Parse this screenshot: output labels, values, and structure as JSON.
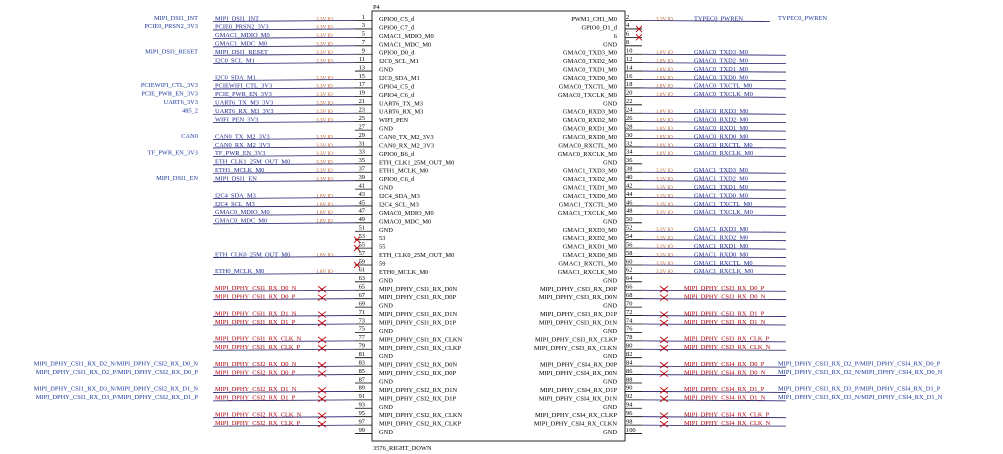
{
  "component": {
    "ref": "P4",
    "footer": "3576_RIGHT_DOWN"
  },
  "colors": {
    "wire": "#1a1a6a",
    "net": "#1f2a8c",
    "net_red": "#b0000a",
    "voltage": "#c0622a",
    "no_connect": "#c0000a"
  },
  "left_rows": [
    {
      "pin": "1",
      "ic": "GPIO0_C5_d",
      "net": "MIPI_DSI1_INT",
      "v": "3.3V IO",
      "ext": "MIPI_DSI1_INT"
    },
    {
      "pin": "3",
      "ic": "GPIO0_C7_d",
      "net": "PCIE0_PRSN2_3V3",
      "v": "3.3V IO",
      "ext": "PCIE0_PRSN2_3V3"
    },
    {
      "pin": "5",
      "ic": "GMAC1_MDIO_M0",
      "net": "GMAC1_MDIO_M0",
      "v": "3.3V IO",
      "ext": ""
    },
    {
      "pin": "7",
      "ic": "GMAC1_MDC_M0",
      "net": "GMAC1_MDC_M0",
      "v": "3.3V IO",
      "ext": ""
    },
    {
      "pin": "9",
      "ic": "GPIO0_D0_d",
      "net": "MIPI_DSI1_RESET",
      "v": "3.3V IO",
      "ext": "MIPI_DSI1_RESET"
    },
    {
      "pin": "11",
      "ic": "I2C0_SCL_M1",
      "net": "I2C0_SCL_M1",
      "v": "3.3V IO",
      "ext": ""
    },
    {
      "pin": "13",
      "ic": "GND",
      "net": "",
      "v": "",
      "ext": ""
    },
    {
      "pin": "15",
      "ic": "I2C0_SDA_M1",
      "net": "I2C0_SDA_M1",
      "v": "3.3V IO",
      "ext": ""
    },
    {
      "pin": "17",
      "ic": "GPIO4_C5_d",
      "net": "PCIEWIFI_CTL_3V3",
      "v": "3.3V IO",
      "ext": "PCIEWIFI_CTL_3V3"
    },
    {
      "pin": "19",
      "ic": "GPIO4_C6_d",
      "net": "PCIE_PWR_EN_3V3",
      "v": "3.3V IO",
      "ext": "PCIE_PWR_EN_3V3"
    },
    {
      "pin": "21",
      "ic": "UART6_TX_M3",
      "net": "UART6_TX_M3_3V3",
      "v": "3.3V IO",
      "ext": "UART6_3V3"
    },
    {
      "pin": "23",
      "ic": "UART6_RX_M3",
      "net": "UART6_RX_M3_3V3",
      "v": "3.3V IO",
      "ext": "485_2"
    },
    {
      "pin": "25",
      "ic": "WIFI_PEN",
      "net": "WIFI_PEN_3V3",
      "v": "3.3V IO",
      "ext": ""
    },
    {
      "pin": "27",
      "ic": "GND",
      "net": "",
      "v": "",
      "ext": ""
    },
    {
      "pin": "29",
      "ic": "CAN0_TX_M2_3V3",
      "net": "CAN0_TX_M2_3V3",
      "v": "3.3V IO",
      "ext": "CAN0"
    },
    {
      "pin": "31",
      "ic": "CAN0_RX_M2_3V3",
      "net": "CAN0_RX_M2_3V3",
      "v": "3.3V IO",
      "ext": ""
    },
    {
      "pin": "33",
      "ic": "GPIO0_B6_d",
      "net": "TF_PWR_EN_3V3",
      "v": "3.3V IO",
      "ext": "TF_PWR_EN_3V3"
    },
    {
      "pin": "35",
      "ic": "ETH_CLK1_25M_OUT_M0",
      "net": "ETH_CLK1_25M_OUT_M0",
      "v": "3.3V IO",
      "ext": ""
    },
    {
      "pin": "37",
      "ic": "ETH1_MCLK_M0",
      "net": "ETH1_MCLK_M0",
      "v": "3.3V IO",
      "ext": ""
    },
    {
      "pin": "39",
      "ic": "GPIO0_C6_d",
      "net": "MIPI_DSI1_EN",
      "v": "3.3V IO",
      "ext": "MIPI_DSI1_EN"
    },
    {
      "pin": "41",
      "ic": "GND",
      "net": "",
      "v": "",
      "ext": ""
    },
    {
      "pin": "43",
      "ic": "I2C4_SDA_M3",
      "net": "I2C4_SDA_M3",
      "v": "1.8V IO",
      "ext": ""
    },
    {
      "pin": "45",
      "ic": "I2C4_SCL_M3",
      "net": "I2C4_SCL_M3",
      "v": "1.8V IO",
      "ext": ""
    },
    {
      "pin": "47",
      "ic": "GMAC0_MDIO_M0",
      "net": "GMAC0_MDIO_M0",
      "v": "1.8V IO",
      "ext": ""
    },
    {
      "pin": "49",
      "ic": "GMAC0_MDC_M0",
      "net": "GMAC0_MDC_M0",
      "v": "1.8V IO",
      "ext": ""
    },
    {
      "pin": "51",
      "ic": "GND",
      "net": "",
      "v": "",
      "ext": ""
    },
    {
      "pin": "53",
      "ic": "53",
      "net": "",
      "v": "",
      "ext": ""
    },
    {
      "pin": "55",
      "ic": "55",
      "net": "",
      "v": "",
      "ext": ""
    },
    {
      "pin": "57",
      "ic": "ETH_CLK0_25M_OUT_M0",
      "net": "ETH_CLK0_25M_OUT_M0",
      "v": "1.8V IO",
      "ext": ""
    },
    {
      "pin": "59",
      "ic": "59",
      "net": "",
      "v": "",
      "ext": ""
    },
    {
      "pin": "61",
      "ic": "ETH0_MCLK_M0",
      "net": "ETH0_MCLK_M0",
      "v": "1.8V IO",
      "ext": ""
    },
    {
      "pin": "63",
      "ic": "GND",
      "net": "",
      "v": "",
      "ext": ""
    },
    {
      "pin": "65",
      "ic": "MIPI_DPHY_CSI1_RX_D0N",
      "net": "MIPI_DPHY_CSI1_RX_D0_N",
      "v": "",
      "ext": ""
    },
    {
      "pin": "67",
      "ic": "MIPI_DPHY_CSI1_RX_D0P",
      "net": "MIPI_DPHY_CSI1_RX_D0_P",
      "v": "",
      "ext": ""
    },
    {
      "pin": "69",
      "ic": "GND",
      "net": "",
      "v": "",
      "ext": ""
    },
    {
      "pin": "71",
      "ic": "MIPI_DPHY_CSI1_RX_D1N",
      "net": "MIPI_DPHY_CSI1_RX_D1_N",
      "v": "",
      "ext": ""
    },
    {
      "pin": "73",
      "ic": "MIPI_DPHY_CSI1_RX_D1P",
      "net": "MIPI_DPHY_CSI1_RX_D1_P",
      "v": "",
      "ext": ""
    },
    {
      "pin": "75",
      "ic": "GND",
      "net": "",
      "v": "",
      "ext": ""
    },
    {
      "pin": "77",
      "ic": "MIPI_DPHY_CSI1_RX_CLKN",
      "net": "MIPI_DPHY_CSI1_RX_CLK_N",
      "v": "",
      "ext": ""
    },
    {
      "pin": "79",
      "ic": "MIPI_DPHY_CSI1_RX_CLKP",
      "net": "MIPI_DPHY_CSI1_RX_CLK_P",
      "v": "",
      "ext": ""
    },
    {
      "pin": "81",
      "ic": "GND",
      "net": "",
      "v": "",
      "ext": ""
    },
    {
      "pin": "83",
      "ic": "MIPI_DPHY_CSI2_RX_D0N",
      "net": "MIPI_DPHY_CSI2_RX_D0_N",
      "v": "",
      "ext": "MIPI_DPHY_CSI1_RX_D2_N/MIPI_DPHY_CSI2_RX_D0_N"
    },
    {
      "pin": "85",
      "ic": "MIPI_DPHY_CSI2_RX_D0P",
      "net": "MIPI_DPHY_CSI2_RX_D0_P",
      "v": "",
      "ext": "MIPI_DPHY_CSI1_RX_D2_P/MIPI_DPHY_CSI2_RX_D0_P"
    },
    {
      "pin": "87",
      "ic": "GND",
      "net": "",
      "v": "",
      "ext": ""
    },
    {
      "pin": "89",
      "ic": "MIPI_DPHY_CSI2_RX_D1N",
      "net": "MIPI_DPHY_CSI2_RX_D1_N",
      "v": "",
      "ext": "MIPI_DPHY_CSI1_RX_D3_N/MIPI_DPHY_CSI2_RX_D1_N"
    },
    {
      "pin": "91",
      "ic": "MIPI_DPHY_CSI2_RX_D1P",
      "net": "MIPI_DPHY_CSI2_RX_D1_P",
      "v": "",
      "ext": "MIPI_DPHY_CSI1_RX_D3_P/MIPI_DPHY_CSI2_RX_D1_P"
    },
    {
      "pin": "93",
      "ic": "GND",
      "net": "",
      "v": "",
      "ext": ""
    },
    {
      "pin": "95",
      "ic": "MIPI_DPHY_CSI2_RX_CLKN",
      "net": "MIPI_DPHY_CSI2_RX_CLK_N",
      "v": "",
      "ext": ""
    },
    {
      "pin": "97",
      "ic": "MIPI_DPHY_CSI2_RX_CLKP",
      "net": "MIPI_DPHY_CSI2_RX_CLK_P",
      "v": "",
      "ext": ""
    },
    {
      "pin": "99",
      "ic": "GND",
      "net": "",
      "v": "",
      "ext": ""
    }
  ],
  "right_rows": [
    {
      "pin": "2",
      "ic": "PWM1_CH1_M0",
      "net": "TYPEC0_PWREN",
      "v": "3.3V IO",
      "ext": "TYPEC0_PWREN"
    },
    {
      "pin": "4",
      "ic": "GPIO0_D1_d",
      "net": "",
      "v": "",
      "ext": ""
    },
    {
      "pin": "6",
      "ic": "6",
      "net": "",
      "v": "",
      "ext": ""
    },
    {
      "pin": "8",
      "ic": "GND",
      "net": "",
      "v": "",
      "ext": ""
    },
    {
      "pin": "10",
      "ic": "GMAC0_TXD3_M0",
      "net": "GMAC0_TXD3_M0",
      "v": "1.8V IO",
      "ext": ""
    },
    {
      "pin": "12",
      "ic": "GMAC0_TXD2_M0",
      "net": "GMAC0_TXD2_M0",
      "v": "1.8V IO",
      "ext": ""
    },
    {
      "pin": "14",
      "ic": "GMAC0_TXD1_M0",
      "net": "GMAC0_TXD1_M0",
      "v": "1.8V IO",
      "ext": ""
    },
    {
      "pin": "16",
      "ic": "GMAC0_TXD0_M0",
      "net": "GMAC0_TXD0_M0",
      "v": "1.8V IO",
      "ext": ""
    },
    {
      "pin": "18",
      "ic": "GMAC0_TXCTL_M0",
      "net": "GMAC0_TXCTL_M0",
      "v": "1.8V IO",
      "ext": ""
    },
    {
      "pin": "20",
      "ic": "GMAC0_TXCLK_M0",
      "net": "GMAC0_TXCLK_M0",
      "v": "1.8V IO",
      "ext": ""
    },
    {
      "pin": "22",
      "ic": "GND",
      "net": "",
      "v": "",
      "ext": ""
    },
    {
      "pin": "24",
      "ic": "GMAC0_RXD3_M0",
      "net": "GMAC0_RXD3_M0",
      "v": "1.8V IO",
      "ext": ""
    },
    {
      "pin": "26",
      "ic": "GMAC0_RXD2_M0",
      "net": "GMAC0_RXD2_M0",
      "v": "1.8V IO",
      "ext": ""
    },
    {
      "pin": "28",
      "ic": "GMAC0_RXD1_M0",
      "net": "GMAC0_RXD1_M0",
      "v": "1.8V IO",
      "ext": ""
    },
    {
      "pin": "30",
      "ic": "GMAC0_RXD0_M0",
      "net": "GMAC0_RXD0_M0",
      "v": "1.8V IO",
      "ext": ""
    },
    {
      "pin": "32",
      "ic": "GMAC0_RXCTL_M0",
      "net": "GMAC0_RXCTL_M0",
      "v": "1.8V IO",
      "ext": ""
    },
    {
      "pin": "34",
      "ic": "GMAC0_RXCLK_M0",
      "net": "GMAC0_RXCLK_M0",
      "v": "1.8V IO",
      "ext": ""
    },
    {
      "pin": "36",
      "ic": "GND",
      "net": "",
      "v": "",
      "ext": ""
    },
    {
      "pin": "38",
      "ic": "GMAC1_TXD3_M0",
      "net": "GMAC1_TXD3_M0",
      "v": "3.3V IO",
      "ext": ""
    },
    {
      "pin": "40",
      "ic": "GMAC1_TXD2_M0",
      "net": "GMAC1_TXD2_M0",
      "v": "3.3V IO",
      "ext": ""
    },
    {
      "pin": "42",
      "ic": "GMAC1_TXD1_M0",
      "net": "GMAC1_TXD1_M0",
      "v": "3.3V IO",
      "ext": ""
    },
    {
      "pin": "44",
      "ic": "GMAC1_TXD0_M0",
      "net": "GMAC1_TXD0_M0",
      "v": "3.3V IO",
      "ext": ""
    },
    {
      "pin": "46",
      "ic": "GMAC1_TXCTL_M0",
      "net": "GMAC1_TXCTL_M0",
      "v": "3.3V IO",
      "ext": ""
    },
    {
      "pin": "48",
      "ic": "GMAC1_TXCLK_M0",
      "net": "GMAC1_TXCLK_M0",
      "v": "3.3V IO",
      "ext": ""
    },
    {
      "pin": "50",
      "ic": "GND",
      "net": "",
      "v": "",
      "ext": ""
    },
    {
      "pin": "52",
      "ic": "GMAC1_RXD3_M0",
      "net": "GMAC1_RXD3_M0",
      "v": "3.3V IO",
      "ext": ""
    },
    {
      "pin": "54",
      "ic": "GMAC1_RXD2_M0",
      "net": "GMAC1_RXD2_M0",
      "v": "3.3V IO",
      "ext": ""
    },
    {
      "pin": "56",
      "ic": "GMAC1_RXD1_M0",
      "net": "GMAC1_RXD1_M0",
      "v": "3.3V IO",
      "ext": ""
    },
    {
      "pin": "58",
      "ic": "GMAC1_RXD0_M0",
      "net": "GMAC1_RXD0_M0",
      "v": "3.3V IO",
      "ext": ""
    },
    {
      "pin": "60",
      "ic": "GMAC1_RXCTL_M0",
      "net": "GMAC1_RXCTL_M0",
      "v": "3.3V IO",
      "ext": ""
    },
    {
      "pin": "62",
      "ic": "GMAC1_RXCLK_M0",
      "net": "GMAC1_RXCLK_M0",
      "v": "3.3V IO",
      "ext": ""
    },
    {
      "pin": "64",
      "ic": "GND",
      "net": "",
      "v": "",
      "ext": ""
    },
    {
      "pin": "66",
      "ic": "MIPI_DPHY_CSI3_RX_D0P",
      "net": "MIPI_DPHY_CSI3_RX_D0_P",
      "v": "",
      "ext": ""
    },
    {
      "pin": "68",
      "ic": "MIPI_DPHY_CSI3_RX_D0N",
      "net": "MIPI_DPHY_CSI3_RX_D0_N",
      "v": "",
      "ext": ""
    },
    {
      "pin": "70",
      "ic": "GND",
      "net": "",
      "v": "",
      "ext": ""
    },
    {
      "pin": "72",
      "ic": "MIPI_DPHY_CSI3_RX_D1P",
      "net": "MIPI_DPHY_CSI3_RX_D1_P",
      "v": "",
      "ext": ""
    },
    {
      "pin": "74",
      "ic": "MIPI_DPHY_CSI3_RX_D1N",
      "net": "MIPI_DPHY_CSI3_RX_D1_N",
      "v": "",
      "ext": ""
    },
    {
      "pin": "76",
      "ic": "GND",
      "net": "",
      "v": "",
      "ext": ""
    },
    {
      "pin": "78",
      "ic": "MIPI_DPHY_CSI3_RX_CLKP",
      "net": "MIPI_DPHY_CSI3_RX_CLK_P",
      "v": "",
      "ext": ""
    },
    {
      "pin": "80",
      "ic": "MIPI_DPHY_CSI3_RX_CLKN",
      "net": "MIPI_DPHY_CSI3_RX_CLK_N",
      "v": "",
      "ext": ""
    },
    {
      "pin": "82",
      "ic": "GND",
      "net": "",
      "v": "",
      "ext": ""
    },
    {
      "pin": "84",
      "ic": "MIPI_DPHY_CSI4_RX_D0P",
      "net": "MIPI_DPHY_CSI4_RX_D0_P",
      "v": "",
      "ext": "MIPI_DPHY_CSI3_RX_D2_P/MIPI_DPHY_CSI4_RX_D0_P"
    },
    {
      "pin": "86",
      "ic": "MIPI_DPHY_CSI4_RX_D0N",
      "net": "MIPI_DPHY_CSI4_RX_D0_N",
      "v": "",
      "ext": "MIPI_DPHY_CSI3_RX_D2_N/MIPI_DPHY_CSI4_RX_D0_N"
    },
    {
      "pin": "88",
      "ic": "GND",
      "net": "",
      "v": "",
      "ext": ""
    },
    {
      "pin": "90",
      "ic": "MIPI_DPHY_CSI4_RX_D1P",
      "net": "MIPI_DPHY_CSI4_RX_D1_P",
      "v": "",
      "ext": "MIPI_DPHY_CSI3_RX_D3_P/MIPI_DPHY_CSI4_RX_D1_P"
    },
    {
      "pin": "92",
      "ic": "MIPI_DPHY_CSI4_RX_D1N",
      "net": "MIPI_DPHY_CSI4_RX_D1_N",
      "v": "",
      "ext": "MIPI_DPHY_CSI3_RX_D3_N/MIPI_DPHY_CSI4_RX_D1_N"
    },
    {
      "pin": "94",
      "ic": "GND",
      "net": "",
      "v": "",
      "ext": ""
    },
    {
      "pin": "96",
      "ic": "MIPI_DPHY_CSI4_RX_CLKP",
      "net": "MIPI_DPHY_CSI4_RX_CLK_P",
      "v": "",
      "ext": ""
    },
    {
      "pin": "98",
      "ic": "MIPI_DPHY_CSI4_RX_CLKN",
      "net": "MIPI_DPHY_CSI4_RX_CLK_N",
      "v": "",
      "ext": ""
    },
    {
      "pin": "100",
      "ic": "GND",
      "net": "",
      "v": "",
      "ext": ""
    }
  ]
}
